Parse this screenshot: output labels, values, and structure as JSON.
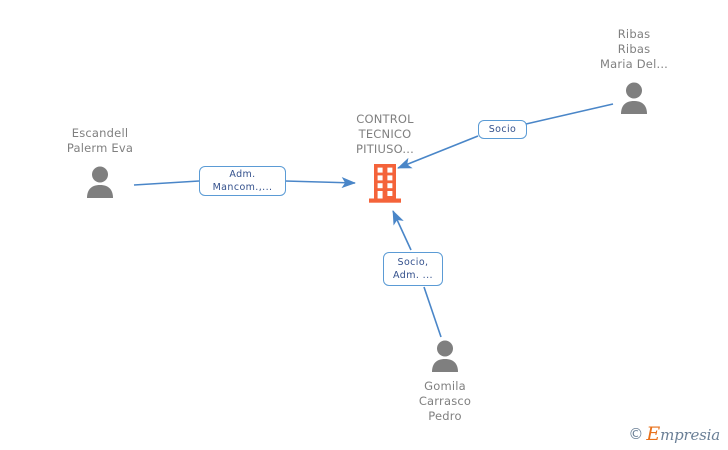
{
  "diagram": {
    "type": "corporate-relationship-graph",
    "background_color": "#ffffff",
    "edge_color": "#4a86c8",
    "company_icon_color": "#f4633a",
    "person_icon_color": "#7f7f7f",
    "label_text_color": "#808080",
    "relation_box_border_color": "#5b9bd5",
    "relation_box_text_color": "#33508c"
  },
  "nodes": {
    "company": {
      "name": "CONTROL\nTECNICO\nPITIUSO...",
      "icon": "building-icon"
    },
    "person_left": {
      "name": "Escandell\nPalerm Eva",
      "icon": "person-icon"
    },
    "person_top_right": {
      "name": "Ribas\nRibas\nMaria Del...",
      "icon": "person-icon"
    },
    "person_bottom": {
      "name": "Gomila\nCarrasco\nPedro",
      "icon": "person-icon"
    }
  },
  "relations": [
    {
      "id": "rel-left",
      "label": "Adm.\nMancom.,...",
      "from": "person_left",
      "to": "company"
    },
    {
      "id": "rel-top-right",
      "label": "Socio",
      "from": "person_top_right",
      "to": "company"
    },
    {
      "id": "rel-bottom",
      "label": "Socio,\nAdm. ...",
      "from": "person_bottom",
      "to": "company"
    }
  ],
  "watermark": {
    "copyright": "©",
    "brand_initial": "E",
    "brand_rest": "mpresia"
  }
}
